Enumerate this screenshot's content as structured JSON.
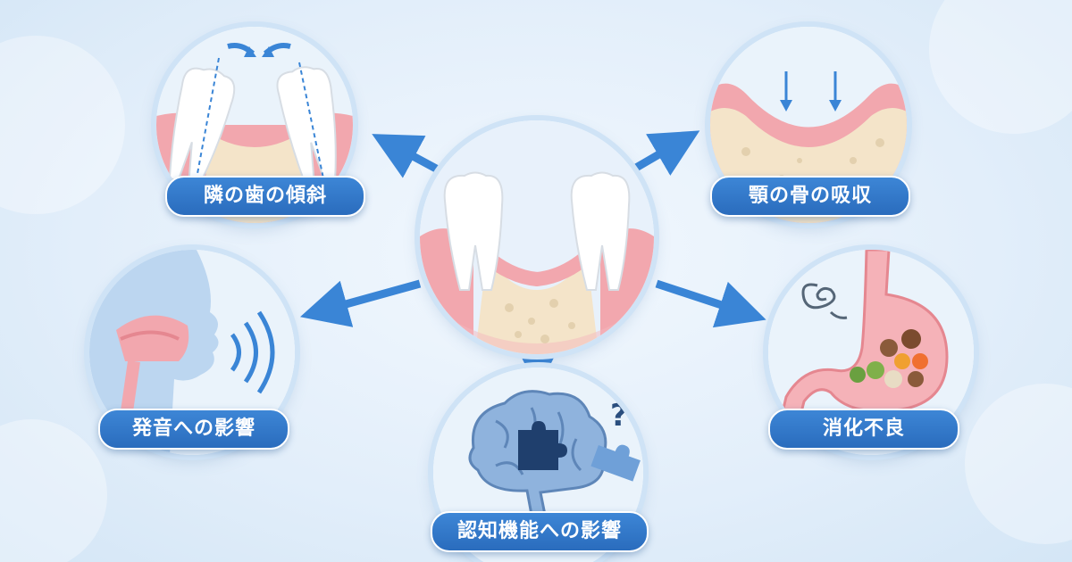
{
  "labels": {
    "tilt": "隣の歯の傾斜",
    "bone": "顎の骨の吸収",
    "speech": "発音への影響",
    "digestion": "消化不良",
    "cognition": "認知機能への影響"
  },
  "colors": {
    "arrow": "#3a85d6",
    "label_bg": "#2f74c6",
    "gum": "#f2a7ae",
    "bone": "#f3e3c8",
    "tooth": "#ffffff",
    "brain": "#8fb3dd"
  },
  "icons": {
    "question": "?"
  }
}
